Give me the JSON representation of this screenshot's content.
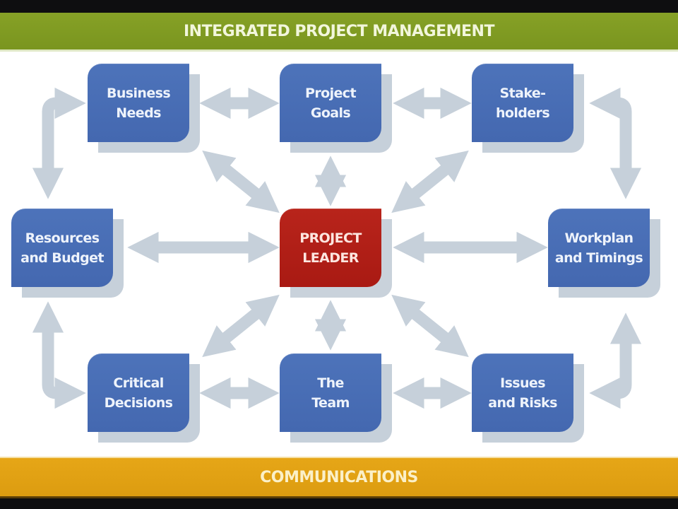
{
  "header": {
    "title": "INTEGRATED PROJECT MANAGEMENT"
  },
  "footer": {
    "title": "COMMUNICATIONS"
  },
  "colors": {
    "header_band": "#7f9a22",
    "footer_band": "#e2a013",
    "node_blue": "#4a6fb6",
    "leader_red": "#b41e16",
    "arrow_gray": "#c6d0da",
    "shadow_gray": "#c6d0da"
  },
  "nodes": {
    "business_needs": {
      "line1": "Business",
      "line2": "Needs"
    },
    "project_goals": {
      "line1": "Project",
      "line2": "Goals"
    },
    "stakeholders": {
      "line1": "Stake-",
      "line2": "holders"
    },
    "resources_budget": {
      "line1": "Resources",
      "line2": "and Budget"
    },
    "project_leader": {
      "line1": "PROJECT",
      "line2": "LEADER"
    },
    "workplan_timings": {
      "line1": "Workplan",
      "line2": "and Timings"
    },
    "critical_decisions": {
      "line1": "Critical",
      "line2": "Decisions"
    },
    "the_team": {
      "line1": "The",
      "line2": "Team"
    },
    "issues_risks": {
      "line1": "Issues",
      "line2": "and Risks"
    }
  },
  "connections": [
    {
      "from": "Business Needs",
      "to": "Project Goals",
      "type": "double"
    },
    {
      "from": "Project Goals",
      "to": "Stakeholders",
      "type": "double"
    },
    {
      "from": "Critical Decisions",
      "to": "The Team",
      "type": "double"
    },
    {
      "from": "The Team",
      "to": "Issues and Risks",
      "type": "double"
    },
    {
      "from": "Resources and Budget",
      "to": "Project Leader",
      "type": "double"
    },
    {
      "from": "Project Leader",
      "to": "Workplan and Timings",
      "type": "double"
    },
    {
      "from": "Project Leader",
      "to": "Project Goals",
      "type": "double"
    },
    {
      "from": "Project Leader",
      "to": "The Team",
      "type": "double"
    },
    {
      "from": "Project Leader",
      "to": "Business Needs",
      "type": "double"
    },
    {
      "from": "Project Leader",
      "to": "Stakeholders",
      "type": "double"
    },
    {
      "from": "Project Leader",
      "to": "Critical Decisions",
      "type": "double"
    },
    {
      "from": "Project Leader",
      "to": "Issues and Risks",
      "type": "double"
    },
    {
      "from": "Resources and Budget",
      "to": "Business Needs",
      "type": "double-elbow"
    },
    {
      "from": "Resources and Budget",
      "to": "Critical Decisions",
      "type": "double-elbow"
    },
    {
      "from": "Stakeholders",
      "to": "Workplan and Timings",
      "type": "double-elbow"
    },
    {
      "from": "Issues and Risks",
      "to": "Workplan and Timings",
      "type": "double-elbow"
    }
  ]
}
